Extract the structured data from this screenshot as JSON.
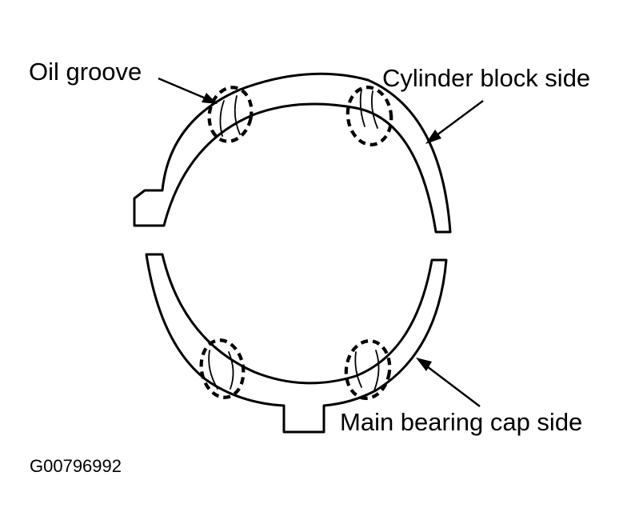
{
  "labels": {
    "oil_groove": "Oil groove",
    "cylinder_block_side": "Cylinder block side",
    "main_bearing_cap_side": "Main bearing cap side"
  },
  "figure_code": "G00796992"
}
